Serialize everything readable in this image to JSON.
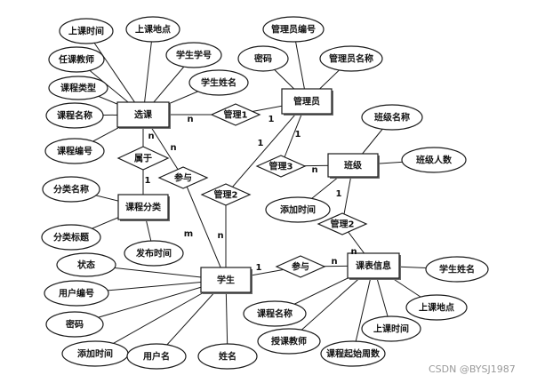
{
  "diagram": {
    "entities": [
      {
        "id": "xuanke",
        "label": "选课"
      },
      {
        "id": "guanliyuan",
        "label": "管理员"
      },
      {
        "id": "banji",
        "label": "班级"
      },
      {
        "id": "kecheng_fenlei",
        "label": "课程分类"
      },
      {
        "id": "xuesheng",
        "label": "学生"
      },
      {
        "id": "kebiao_xinxi",
        "label": "课表信息"
      }
    ],
    "relationships": [
      {
        "id": "guanli1",
        "label": "管理1"
      },
      {
        "id": "guanli3",
        "label": "管理3"
      },
      {
        "id": "shuyu",
        "label": "属于"
      },
      {
        "id": "canyu1",
        "label": "参与"
      },
      {
        "id": "guanli2a",
        "label": "管理2"
      },
      {
        "id": "guanli2b",
        "label": "管理2"
      },
      {
        "id": "canyu2",
        "label": "参与"
      }
    ],
    "attributes": [
      {
        "id": "a_sk_time",
        "label": "上课时间"
      },
      {
        "id": "a_sk_place",
        "label": "上课地点"
      },
      {
        "id": "a_rk_teacher",
        "label": "任课教师"
      },
      {
        "id": "a_xs_no",
        "label": "学生学号"
      },
      {
        "id": "a_kc_type",
        "label": "课程类型"
      },
      {
        "id": "a_xs_name1",
        "label": "学生姓名"
      },
      {
        "id": "a_kc_name1",
        "label": "课程名称"
      },
      {
        "id": "a_kc_no",
        "label": "课程编号"
      },
      {
        "id": "a_gly_no",
        "label": "管理员编号"
      },
      {
        "id": "a_gly_pwd",
        "label": "密码"
      },
      {
        "id": "a_gly_name",
        "label": "管理员名称"
      },
      {
        "id": "a_bj_name",
        "label": "班级名称"
      },
      {
        "id": "a_bj_count",
        "label": "班级人数"
      },
      {
        "id": "a_bj_add",
        "label": "添加时间"
      },
      {
        "id": "a_fl_name",
        "label": "分类名称"
      },
      {
        "id": "a_fl_title",
        "label": "分类标题"
      },
      {
        "id": "a_fl_pub",
        "label": "发布时间"
      },
      {
        "id": "a_st_status",
        "label": "状态"
      },
      {
        "id": "a_st_uid",
        "label": "用户编号"
      },
      {
        "id": "a_st_pwd",
        "label": "密码"
      },
      {
        "id": "a_st_add",
        "label": "添加时间"
      },
      {
        "id": "a_st_uname",
        "label": "用户名"
      },
      {
        "id": "a_st_name",
        "label": "姓名"
      },
      {
        "id": "a_kb_xsname",
        "label": "学生姓名"
      },
      {
        "id": "a_kb_place",
        "label": "上课地点"
      },
      {
        "id": "a_kb_kcname",
        "label": "课程名称"
      },
      {
        "id": "a_kb_time",
        "label": "上课时间"
      },
      {
        "id": "a_kb_teacher",
        "label": "授课教师"
      },
      {
        "id": "a_kb_week",
        "label": "课程起始周数"
      }
    ],
    "cardinalities": [
      {
        "id": "c1",
        "label": "n"
      },
      {
        "id": "c2",
        "label": "1"
      },
      {
        "id": "c3",
        "label": "n"
      },
      {
        "id": "c4",
        "label": "1"
      },
      {
        "id": "c5",
        "label": "n"
      },
      {
        "id": "c6",
        "label": "1"
      },
      {
        "id": "c7",
        "label": "n"
      },
      {
        "id": "c8",
        "label": "m"
      },
      {
        "id": "c9",
        "label": "1"
      },
      {
        "id": "c10",
        "label": "n"
      },
      {
        "id": "c11",
        "label": "1"
      },
      {
        "id": "c12",
        "label": "n"
      },
      {
        "id": "c13",
        "label": "1"
      },
      {
        "id": "c14",
        "label": "n"
      }
    ]
  },
  "watermark": "CSDN @BYSJ1987"
}
